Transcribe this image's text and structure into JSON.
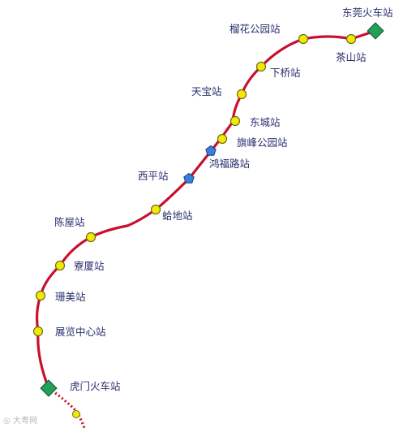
{
  "map": {
    "line_color": "#c8102e",
    "station_fill": "#f2ea00",
    "transfer_fill": "#21a05a",
    "special_fill": "#3a7fd8",
    "label_color": "#2a2f6e",
    "stations": [
      {
        "name": "东莞火车站",
        "kind": "terminal"
      },
      {
        "name": "茶山站",
        "kind": "regular"
      },
      {
        "name": "榴花公园站",
        "kind": "regular"
      },
      {
        "name": "下桥站",
        "kind": "regular"
      },
      {
        "name": "天宝站",
        "kind": "regular"
      },
      {
        "name": "东城站",
        "kind": "regular"
      },
      {
        "name": "旗峰公园站",
        "kind": "regular"
      },
      {
        "name": "鸿福路站",
        "kind": "special"
      },
      {
        "name": "西平站",
        "kind": "special"
      },
      {
        "name": "蛤地站",
        "kind": "regular"
      },
      {
        "name": "陈屋站",
        "kind": "regular"
      },
      {
        "name": "寮厦站",
        "kind": "regular"
      },
      {
        "name": "珊美站",
        "kind": "regular"
      },
      {
        "name": "展览中心站",
        "kind": "regular"
      },
      {
        "name": "虎门火车站",
        "kind": "terminal"
      }
    ],
    "watermark": "大粤网"
  }
}
